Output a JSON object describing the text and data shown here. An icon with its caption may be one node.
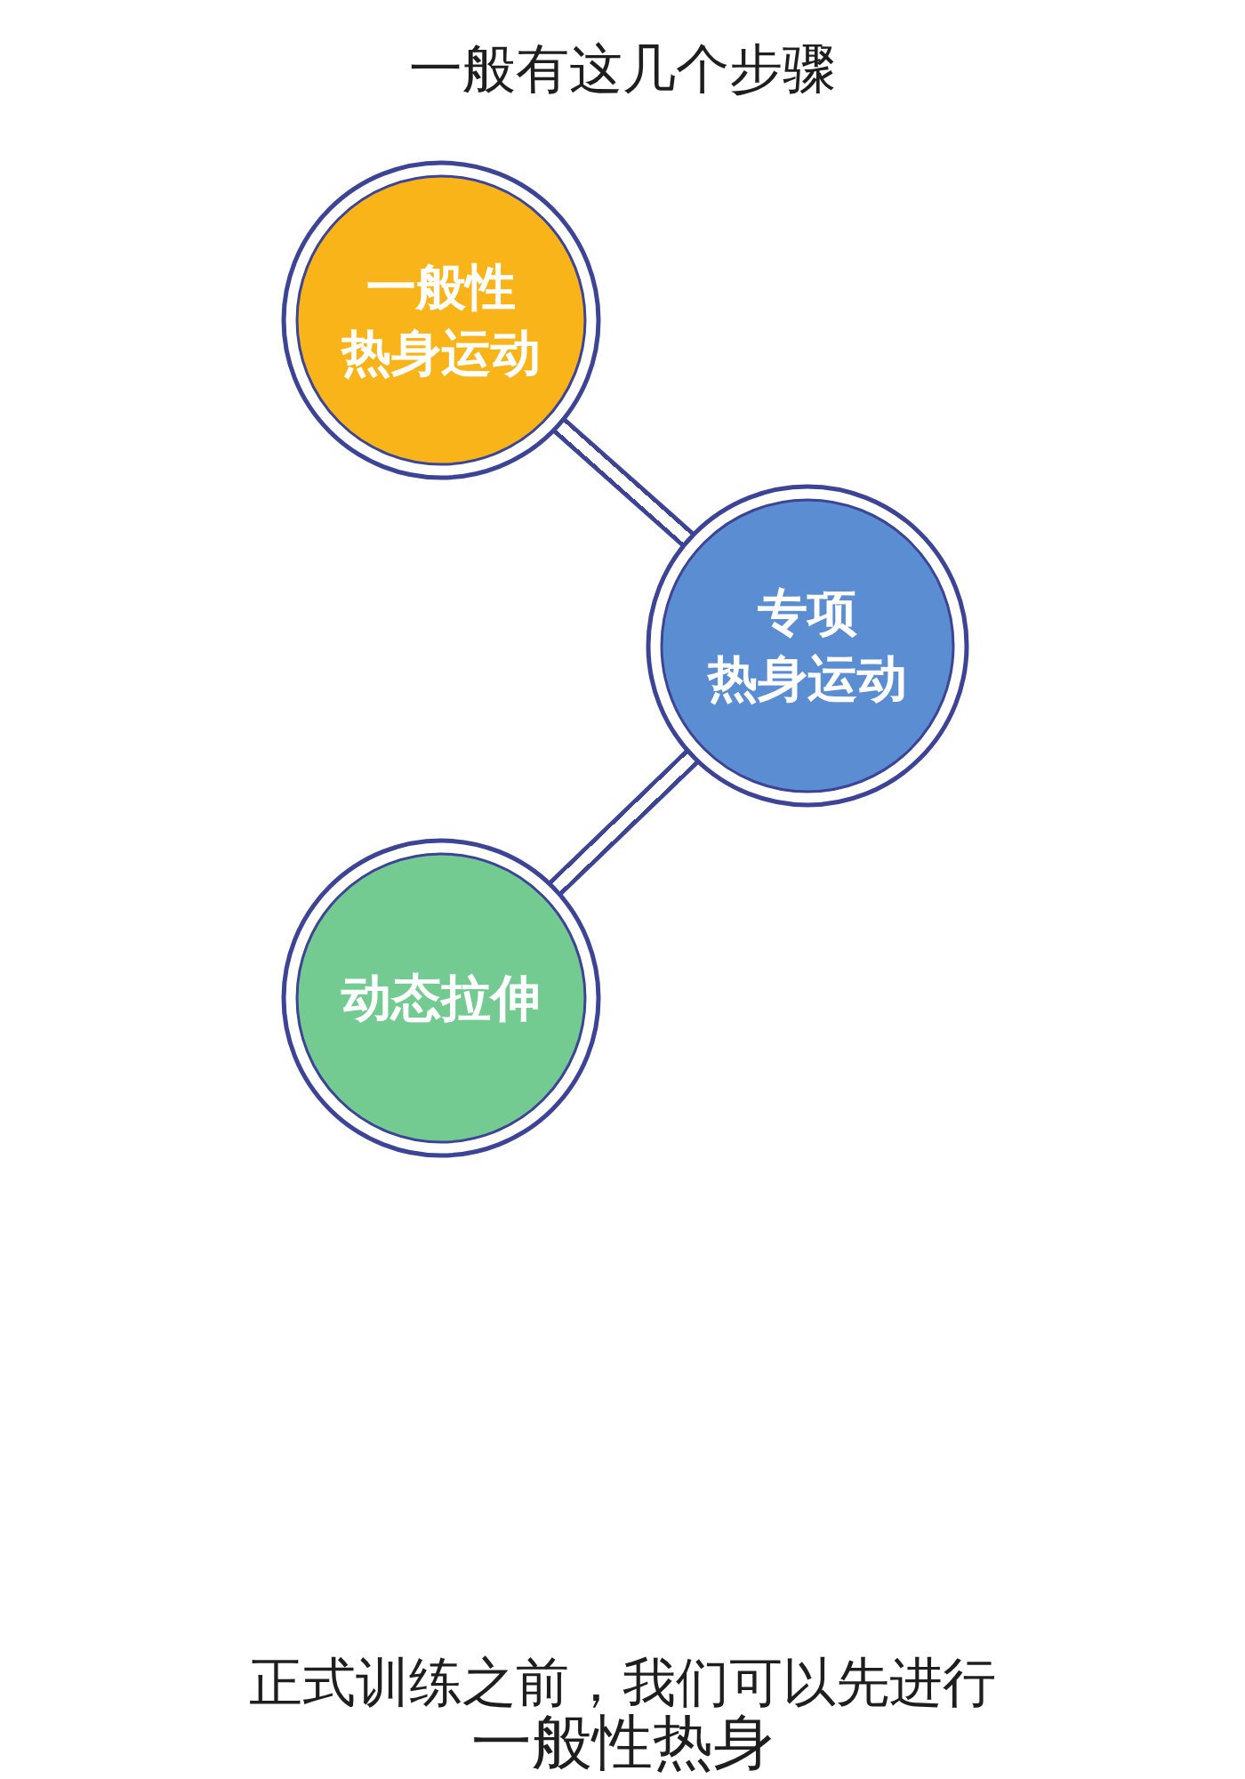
{
  "diagram": {
    "title": "一般有这几个步骤",
    "nodes": [
      {
        "text": [
          "一般性热身运动"
        ]
      },
      {
        "text": [
          "专项热身运动"
        ]
      },
      {
        "text": [
          "动态拉伸"
        ]
      }
    ],
    "edges": [
      {
        "from": 0,
        "to": 1,
        "arrow": "none"
      },
      {
        "from": 1,
        "to": 2,
        "arrow": "none"
      }
    ],
    "labels": [
      "正式训练之前，我们可以先进行",
      "一般性热身"
    ]
  }
}
